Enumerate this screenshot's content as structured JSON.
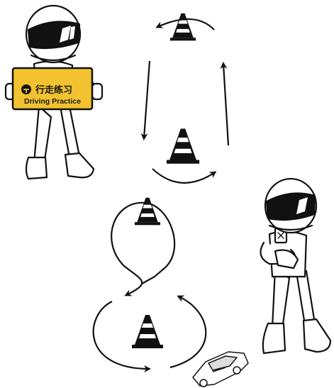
{
  "sign": {
    "title_cn": "行走练习",
    "title_en": "Driving Practice",
    "icon": "steering-wheel-icon"
  },
  "colors": {
    "sign_yellow": "#f2c230",
    "ink": "#111111",
    "helmet_white": "#ffffff",
    "visor": "#111111",
    "background": "#ffffff"
  },
  "figures": [
    "driver-holding-sign",
    "instructor-with-remote-control"
  ],
  "icons": [
    "traffic-cone-icon",
    "curved-arrow-icon",
    "toy-car-icon",
    "remote-control-icon",
    "steering-wheel-icon"
  ]
}
